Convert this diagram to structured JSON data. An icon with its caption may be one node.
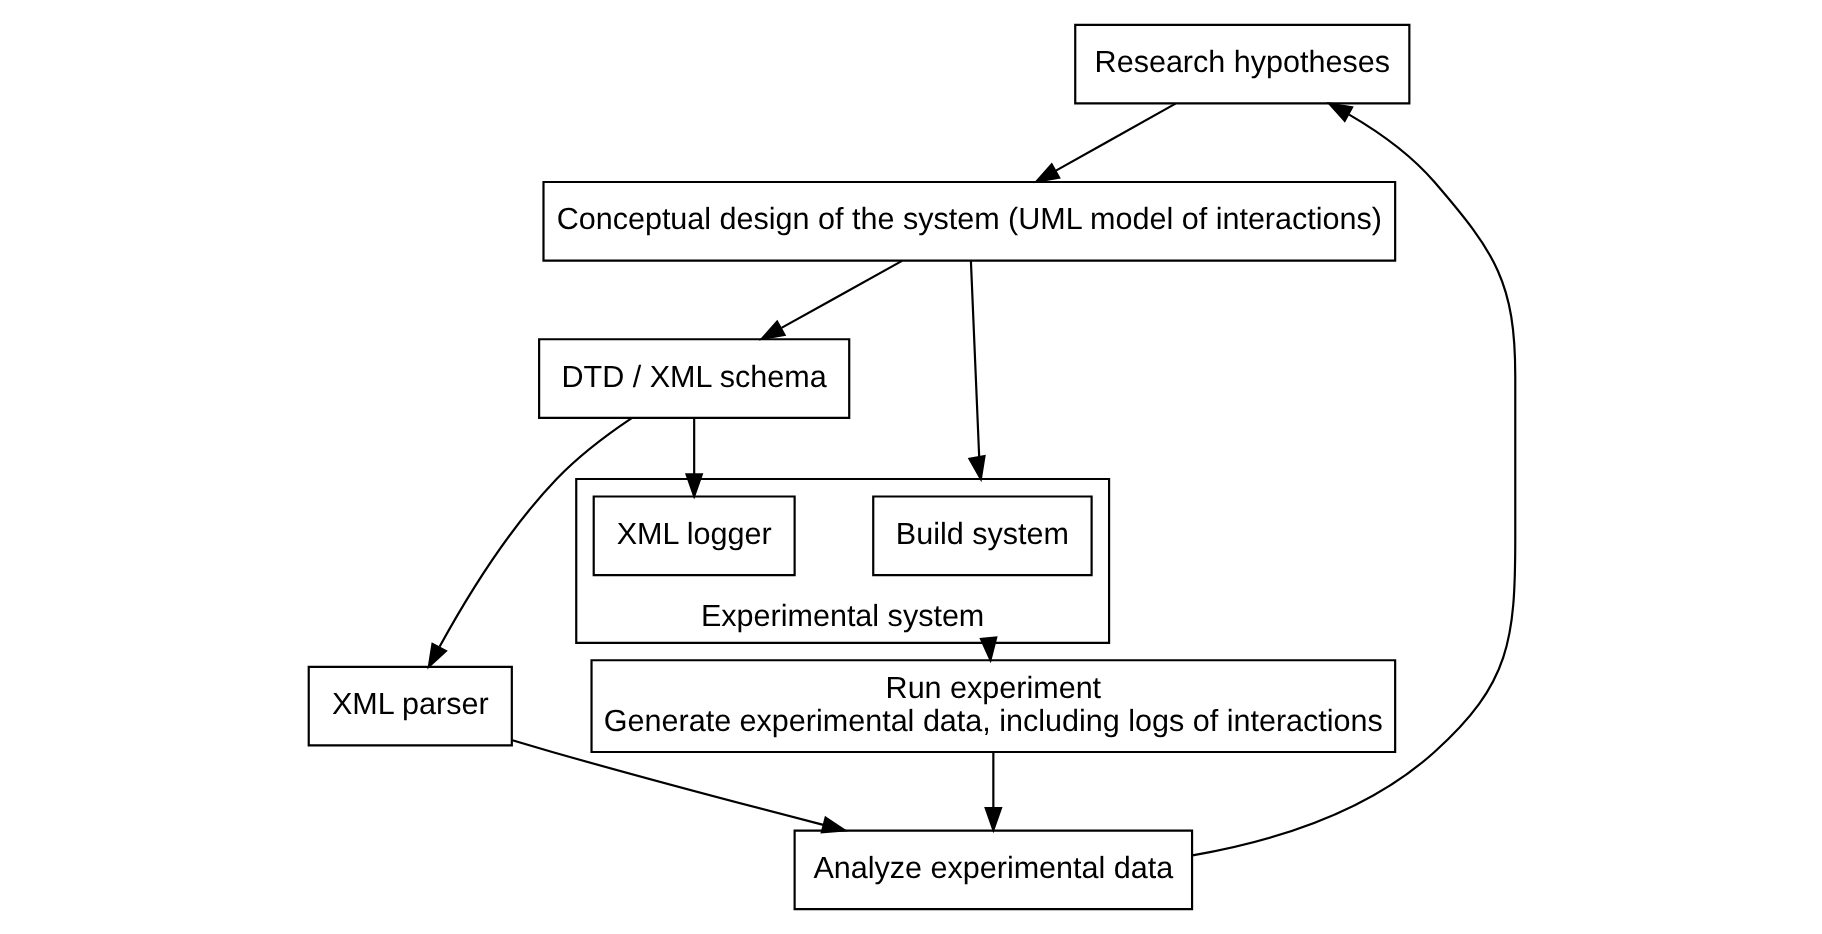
{
  "diagram": {
    "nodes": [
      {
        "text": [
          "Research hypotheses"
        ]
      },
      {
        "text": [
          "Conceptual design of the system (UML model of interactions)"
        ]
      },
      {
        "text": [
          "DTD / XML schema"
        ]
      },
      {
        "text": [
          "Analyze experimental data"
        ]
      },
      {
        "text": [
          "XML parser"
        ]
      },
      {
        "text": [
          "Experimental system"
        ]
      },
      {
        "text": [
          "Build system"
        ],
        "in": 5
      },
      {
        "text": [
          "XML logger"
        ],
        "in": 5
      },
      {
        "text": [
          "Run experiment",
          "Generate experimental data, including logs of interactions"
        ]
      }
    ],
    "edges": [
      {
        "from": 0,
        "to": 1,
        "arrow": "to"
      },
      {
        "from": 1,
        "to": 2,
        "arrow": "to"
      },
      {
        "from": 1,
        "to": 5,
        "arrow": "to"
      },
      {
        "from": 2,
        "to": 4,
        "arrow": "to"
      },
      {
        "from": 2,
        "to": 7,
        "arrow": "to"
      },
      {
        "from": 4,
        "to": 3,
        "arrow": "to"
      },
      {
        "from": 8,
        "to": 3,
        "arrow": "to"
      },
      {
        "from": 3,
        "to": 0,
        "arrow": "to"
      },
      {
        "from": 5,
        "to": 8,
        "arrow": "to"
      }
    ]
  }
}
